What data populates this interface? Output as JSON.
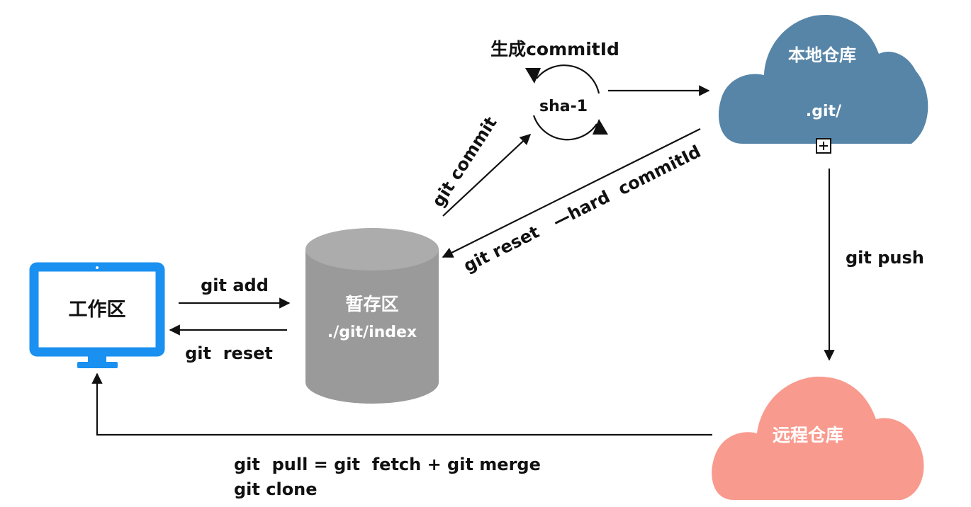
{
  "nodes": {
    "workspace": {
      "label": "工作区",
      "color": "#1a90f0"
    },
    "staging": {
      "label": "暂存区",
      "path": "./git/index",
      "color": "#9a9a9a"
    },
    "local_repo": {
      "label": "本地仓库",
      "path": ".git/",
      "color": "#5785a8"
    },
    "remote_repo": {
      "label": "远程仓库",
      "color": "#f99a8e"
    },
    "sha": {
      "label": "sha-1",
      "caption": "生成commitId"
    }
  },
  "edges": {
    "git_add": "git add",
    "git_reset": "git  reset",
    "git_commit": "git commit",
    "git_reset_hard": "git reset   —hard  commitId",
    "git_push": "git push",
    "git_pull": "git  pull = git  fetch + git merge",
    "git_clone": "git clone"
  },
  "icons": {
    "expand": "plus-box-icon",
    "refresh": "circular-arrows-icon"
  }
}
